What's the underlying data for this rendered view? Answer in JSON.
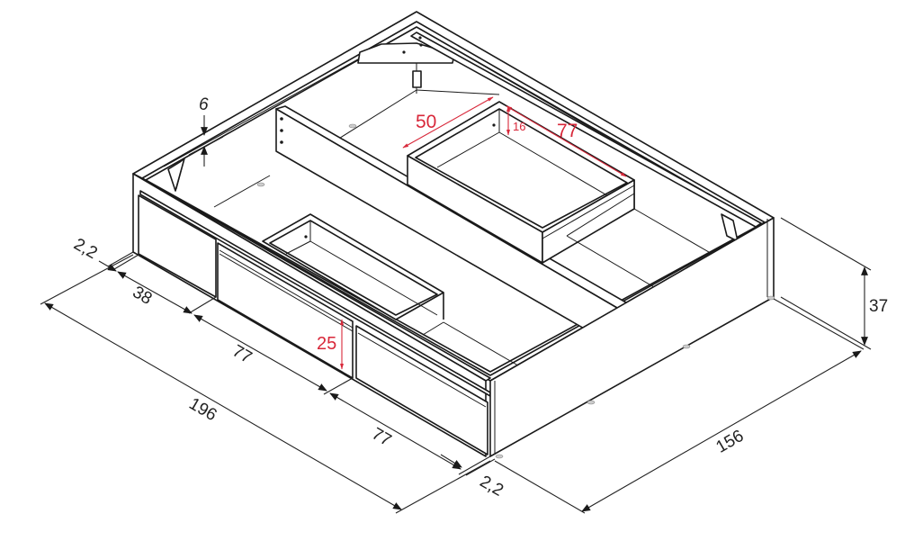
{
  "diagram": {
    "subject": "Storage bed frame with drawers (isometric view)",
    "line_color": "#1a1a1a",
    "dimension_color": "#222222",
    "highlight_color": "#d8283a"
  },
  "dimensions": {
    "total_length": "196",
    "total_width": "156",
    "height": "37",
    "top_rail_thickness": "6",
    "left_end_gap": "2,2",
    "right_end_gap": "2,2",
    "first_section": "38",
    "drawer_1_length": "77",
    "drawer_2_length": "77"
  },
  "highlight_dimensions": {
    "drawer_height": "25",
    "inner_box_depth": "50",
    "inner_box_height": "16",
    "inner_box_length": "77"
  }
}
